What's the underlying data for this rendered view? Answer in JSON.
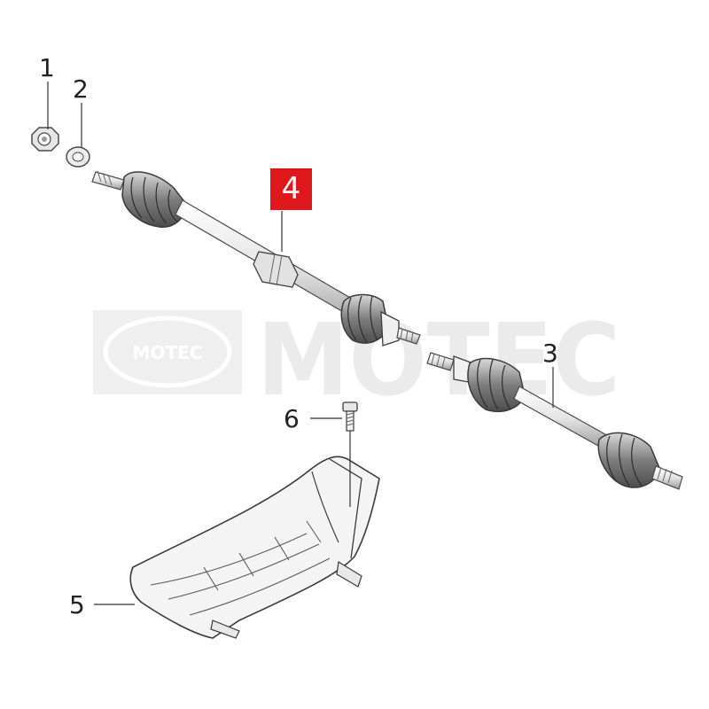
{
  "watermark": {
    "text": "MOTEC",
    "logo_text": "MOTEC",
    "color": "#d9d9d9"
  },
  "callouts": [
    {
      "id": "1",
      "label": "1"
    },
    {
      "id": "2",
      "label": "2"
    },
    {
      "id": "3",
      "label": "3"
    },
    {
      "id": "4",
      "label": "4",
      "highlighted": true
    },
    {
      "id": "5",
      "label": "5"
    },
    {
      "id": "6",
      "label": "6"
    }
  ],
  "colors": {
    "highlight": "#e0181e",
    "line": "#333333",
    "part_fill": "#f2f2f2",
    "part_shade": "#cfcfcf",
    "part_stroke": "#4a4a4a"
  }
}
